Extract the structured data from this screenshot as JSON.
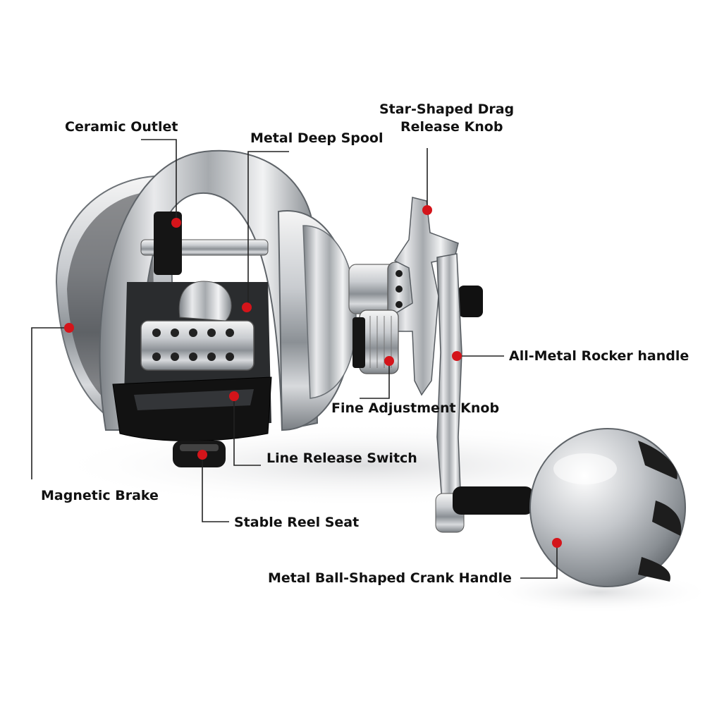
{
  "labels": {
    "ceramic_outlet": "Ceramic Outlet",
    "metal_deep_spool": "Metal Deep Spool",
    "star_drag_line1": "Star-Shaped Drag",
    "star_drag_line2": "Release Knob",
    "rocker_handle": "All-Metal Rocker handle",
    "fine_adjustment": "Fine Adjustment Knob",
    "line_release": "Line Release Switch",
    "magnetic_brake": "Magnetic Brake",
    "reel_seat": "Stable Reel Seat",
    "crank_handle": "Metal Ball-Shaped Crank Handle"
  },
  "colors": {
    "marker": "#d4141a",
    "chrome_light": "#f2f2f2",
    "chrome_mid": "#bfc3c7",
    "chrome_dark": "#6e7378",
    "black_part": "#141414"
  }
}
